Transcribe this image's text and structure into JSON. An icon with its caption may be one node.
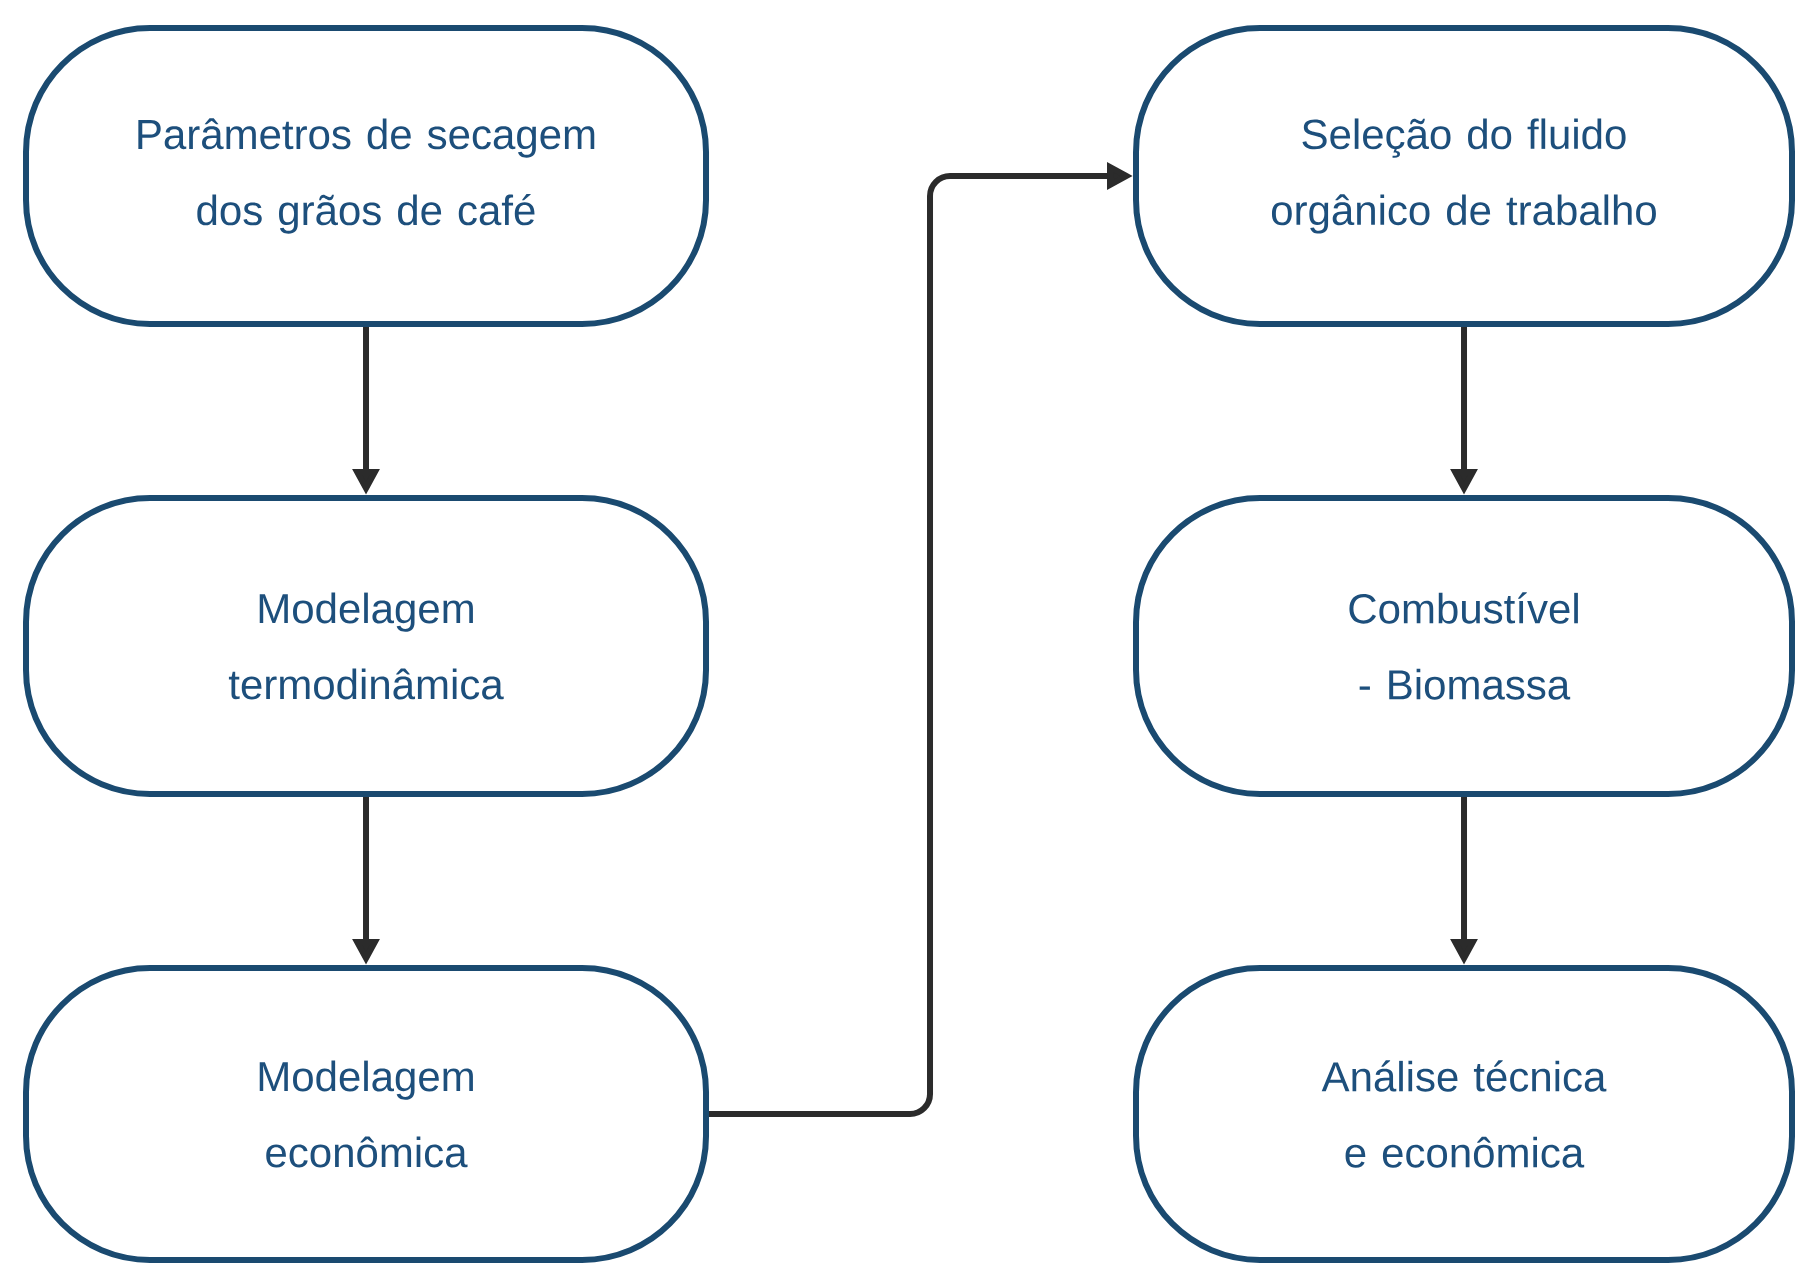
{
  "diagram": {
    "nodes": [
      {
        "text": [
          "Parâmetros de secagem dos grãos de café"
        ]
      },
      {
        "text": [
          "Modelagem termodinâmica"
        ]
      },
      {
        "text": [
          "Modelagem econômica"
        ]
      },
      {
        "text": [
          "Seleção do fluido orgânico de trabalho"
        ]
      },
      {
        "text": [
          "Combustível - Biomassa"
        ]
      },
      {
        "text": [
          "Análise técnica e econômica"
        ]
      }
    ],
    "edges": [
      {
        "from": 0,
        "to": 1,
        "arrow": "to"
      },
      {
        "from": 1,
        "to": 2,
        "arrow": "to"
      },
      {
        "from": 2,
        "to": 3,
        "arrow": "to"
      },
      {
        "from": 3,
        "to": 4,
        "arrow": "to"
      },
      {
        "from": 4,
        "to": 5,
        "arrow": "to"
      }
    ]
  }
}
